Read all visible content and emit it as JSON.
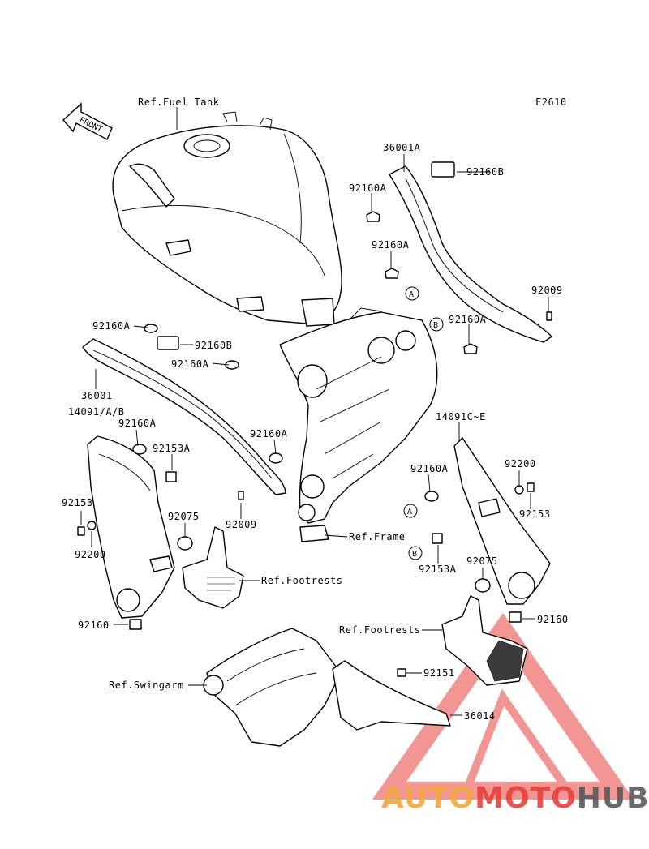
{
  "figure_code": "F2610",
  "front_arrow_label": "FRONT",
  "references": {
    "fuel_tank": "Ref.Fuel Tank",
    "frame": "Ref.Frame",
    "footrests_left": "Ref.Footrests",
    "footrests_right": "Ref.Footrests",
    "swingarm": "Ref.Swingarm"
  },
  "parts": {
    "p36001A": "36001A",
    "p92160B_top": "92160B",
    "p92160A_1": "92160A",
    "p92160A_2": "92160A",
    "p92009_right": "92009",
    "p92160A_3": "92160A",
    "p92160A_left1": "92160A",
    "p92160B_left": "92160B",
    "p92160A_left2": "92160A",
    "p36001": "36001",
    "p14091AB": "14091/A/B",
    "p92160A_left3": "92160A",
    "p92153A_left": "92153A",
    "p92160A_mid": "92160A",
    "p92009_mid": "92009",
    "p92153_left": "92153",
    "p92075_left": "92075",
    "p92200_left": "92200",
    "p92160_left": "92160",
    "p14091CE": "14091C~E",
    "p92160A_right": "92160A",
    "p92200_right": "92200",
    "p92153_right": "92153",
    "p92153A_right": "92153A",
    "p92075_right": "92075",
    "p92160_right": "92160",
    "p92151": "92151",
    "p36014": "36014"
  },
  "callouts": {
    "a1": "A",
    "b1": "B",
    "a2": "A",
    "b2": "B"
  },
  "watermark": {
    "part1": "AUTO",
    "part2": "MOTO",
    "part3": "HUB",
    "color_orange": "#f2a93b",
    "color_red": "#e8413c",
    "color_gray": "#5a5a5a"
  }
}
